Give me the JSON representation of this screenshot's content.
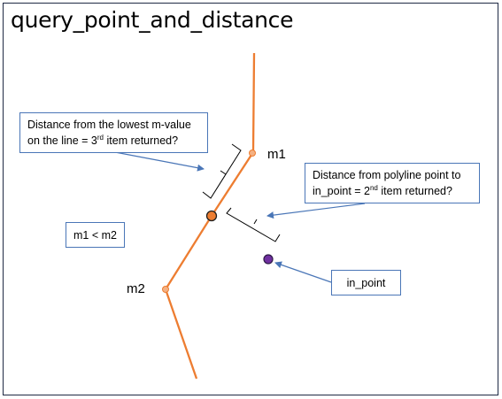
{
  "title": "query_point_and_distance",
  "labels": {
    "m1": "m1",
    "m2": "m2"
  },
  "callouts": {
    "lowest_mvalue": {
      "line1": "Distance from the lowest m-value",
      "line2_prefix": "on the line = 3",
      "line2_sup": "rd",
      "line2_suffix": " item returned?"
    },
    "polyline_point": {
      "line1": "Distance from polyline point to",
      "line2_prefix": "in_point = 2",
      "line2_sup": "nd",
      "line2_suffix": " item returned?"
    },
    "comparison": "m1 < m2",
    "in_point": "in_point"
  },
  "colors": {
    "line": "#ed7d31",
    "point_fill": "#ed7d31",
    "in_point_fill": "#7030a0",
    "callout_border": "#4a76b7",
    "arrow": "#4a76b7",
    "frame": "#1f2a44"
  }
}
